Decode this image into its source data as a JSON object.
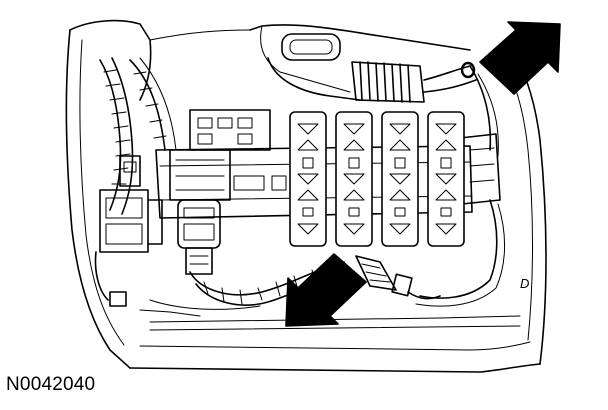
{
  "figure": {
    "id_label": "N0042040",
    "edge_mark": "D"
  },
  "arrows": [
    {
      "name": "upper-right",
      "target": "harness-clip"
    },
    {
      "name": "lower-middle",
      "target": "electrical-connector"
    }
  ]
}
